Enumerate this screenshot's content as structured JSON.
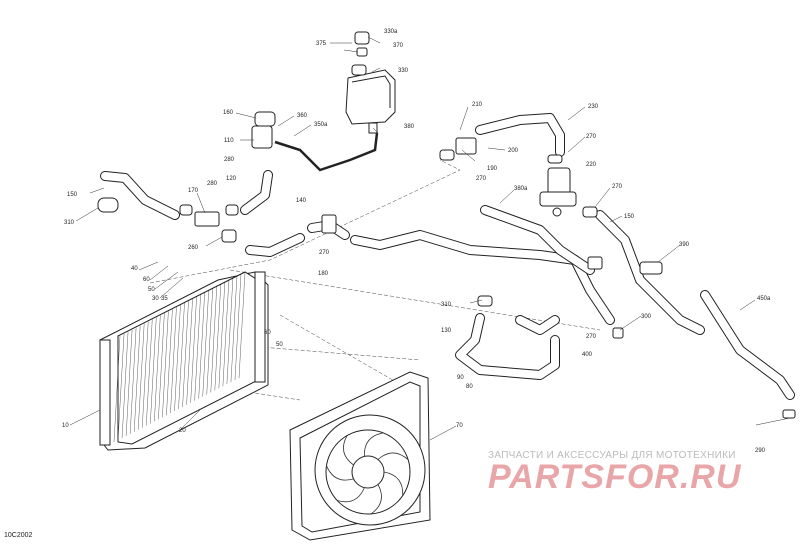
{
  "diagram": {
    "doc_code": "10C2002",
    "watermark": {
      "subtitle": "ЗАПЧАСТИ И АКСЕССУАРЫ ДЛЯ МОТОТЕХНИКИ",
      "logo": "PARTSFOR.RU"
    },
    "callouts": [
      "330a",
      "375",
      "370",
      "330",
      "160",
      "360",
      "350a",
      "380",
      "110",
      "280",
      "120",
      "280",
      "170",
      "150",
      "310",
      "260",
      "140",
      "270",
      "180",
      "40",
      "60",
      "50",
      "30",
      "35",
      "210",
      "230",
      "190",
      "200",
      "270",
      "270",
      "220",
      "270",
      "380a",
      "150",
      "390",
      "60",
      "50",
      "310",
      "130",
      "300",
      "270",
      "400",
      "450a",
      "90",
      "80",
      "70",
      "10",
      "20",
      "290"
    ]
  }
}
